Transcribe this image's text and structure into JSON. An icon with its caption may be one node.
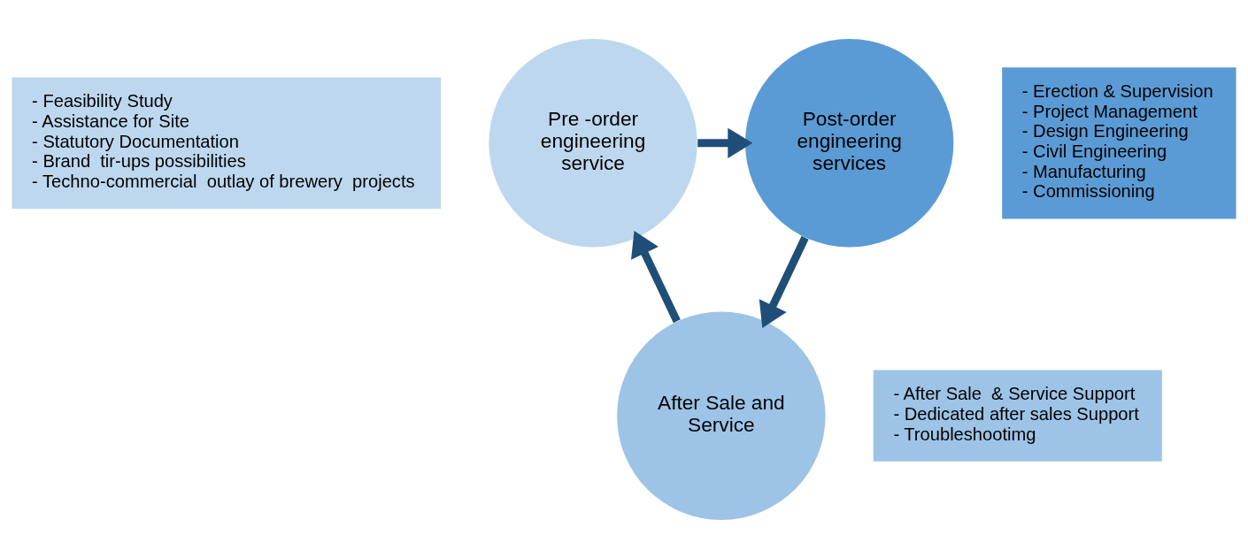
{
  "diagram": {
    "nodes": [
      {
        "text": [
          "- Feasibility Study",
          "- Assistance for Site",
          "- Statutory Documentation",
          "- Brand  tir-ups possibilities",
          "- Techno-commercial  outlay of brewery  projects"
        ]
      },
      {
        "text": [
          "Pre -order engineering service"
        ]
      },
      {
        "text": [
          "Post-order engineering services"
        ]
      },
      {
        "text": [
          "- Erection & Supervision",
          "- Project Management",
          "- Design Engineering",
          "- Civil Engineering",
          "- Manufacturing",
          "- Commissioning"
        ]
      },
      {
        "text": [
          "After Sale and Service"
        ]
      },
      {
        "text": [
          "- After Sale  & Service Support",
          "- Dedicated after sales Support",
          "- Troubleshootimg"
        ]
      }
    ],
    "edges": [
      {
        "from": 1,
        "to": 2,
        "arrow": "to"
      },
      {
        "from": 2,
        "to": 4,
        "arrow": "to"
      },
      {
        "from": 4,
        "to": 1,
        "arrow": "to"
      }
    ]
  }
}
